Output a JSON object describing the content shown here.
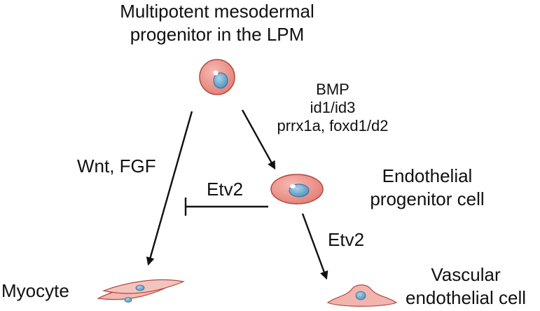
{
  "nodes": {
    "progenitor": {
      "line1": "Multipotent mesodermal",
      "line2": "progenitor in the LPM"
    },
    "endothelial_progenitor": {
      "line1": "Endothelial",
      "line2": "progenitor cell"
    },
    "myocyte": {
      "label": "Myocyte"
    },
    "vascular": {
      "line1": "Vascular",
      "line2": "endothelial cell"
    }
  },
  "edges": {
    "to_myocyte": {
      "label": "Wnt, FGF"
    },
    "to_endothelial": {
      "line1": "BMP",
      "line2": "id1/id3",
      "line3": "prrx1a, foxd1/d2"
    },
    "inhibition": {
      "label": "Etv2"
    },
    "to_vascular": {
      "label": "Etv2"
    }
  },
  "colors": {
    "cell_fill": "#ec8f86",
    "cell_stroke": "#b4473f",
    "nucleus_fill": "#6fa9cd",
    "nucleus_stroke": "#2f6f97",
    "arrow": "#111111"
  },
  "icons": [
    "round-progenitor-cell-icon",
    "oval-endothelial-progenitor-icon",
    "myocyte-spindle-cells-icon",
    "vascular-endothelial-cell-icon"
  ]
}
